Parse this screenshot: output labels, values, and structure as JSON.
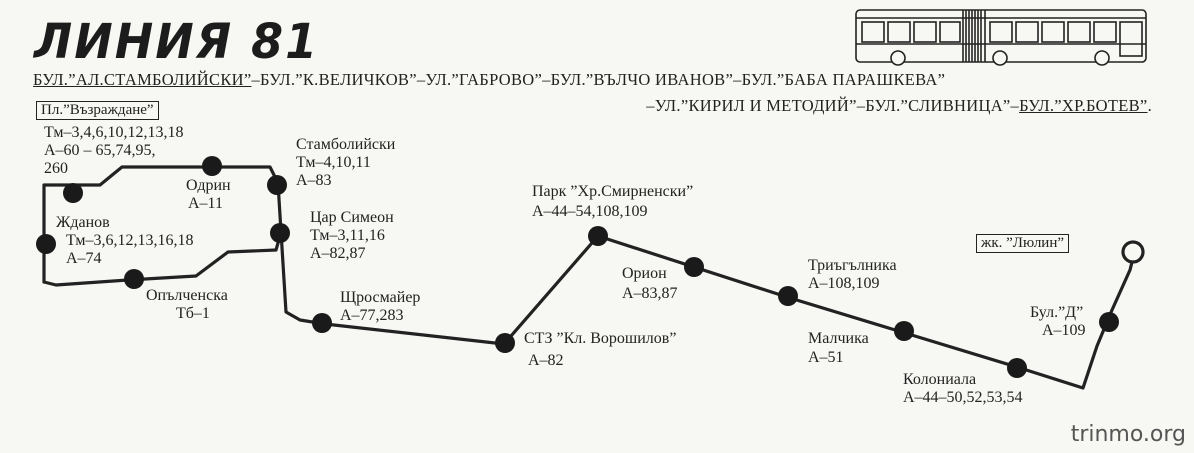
{
  "title": "ЛИНИЯ 81",
  "route_line1": [
    {
      "text": "БУЛ.”АЛ.СТАМБОЛИЙСКИ”",
      "u": true
    },
    {
      "text": "–БУЛ.”К.ВЕЛИЧКОВ”–УЛ.”ГАБРОВО”–БУЛ.”ВЪЛЧО ИВАНОВ”–БУЛ.”БАБА ПАРАШКЕВА”",
      "u": false
    }
  ],
  "route_line2": [
    {
      "text": "–УЛ.”КИРИЛ И МЕТОДИЙ”–БУЛ.”СЛИВНИЦА”–",
      "u": false
    },
    {
      "text": "БУЛ.”ХР.БОТЕВ”",
      "u": true
    },
    {
      "text": ".",
      "u": false
    }
  ],
  "terminal_start": "Пл.”Възраждане”",
  "terminal_end": "жк. ”Люлин”",
  "stops": [
    {
      "id": "vazrazhdane",
      "name": "",
      "lines": "Тм–3,4,6,10,12,13,18\nА–60 – 65,74,95,\n260"
    },
    {
      "id": "odrin",
      "name": "Одрин",
      "lines": "А–11"
    },
    {
      "id": "stamboliyski",
      "name": "Стамболийски",
      "lines": "Тм–4,10,11\nА–83"
    },
    {
      "id": "tsar-simeon",
      "name": "Цар Симеон",
      "lines": "Тм–3,11,16\nА–82,87"
    },
    {
      "id": "zhdanov",
      "name": "Жданов",
      "lines": "Тм–3,6,12,13,16,18\nА–74"
    },
    {
      "id": "opalchenska",
      "name": "Опълченска",
      "lines": "Тб–1"
    },
    {
      "id": "shtrosmayer",
      "name": "Щросмайер",
      "lines": "А–77,283"
    },
    {
      "id": "stz",
      "name": "СТЗ ”Кл. Ворошилов”",
      "lines": "А–82"
    },
    {
      "id": "park",
      "name": "Парк ”Хр.Смирненски”",
      "lines": "А–44–54,108,109"
    },
    {
      "id": "orion",
      "name": "Орион",
      "lines": "А–83,87"
    },
    {
      "id": "triagalnika",
      "name": "Триъгълника",
      "lines": "А–108,109"
    },
    {
      "id": "malchika",
      "name": "Малчика",
      "lines": "А–51"
    },
    {
      "id": "koloniala",
      "name": "Колониала",
      "lines": "А–44–50,52,53,54"
    },
    {
      "id": "bul-d",
      "name": "Бул.”Д”",
      "lines": "А–109"
    }
  ],
  "watermark": "trinmo.org",
  "colors": {
    "ink": "#222222",
    "dot": "#1a1a1a",
    "paper": "#f7f7f3"
  },
  "icons": [
    "bus-icon"
  ]
}
